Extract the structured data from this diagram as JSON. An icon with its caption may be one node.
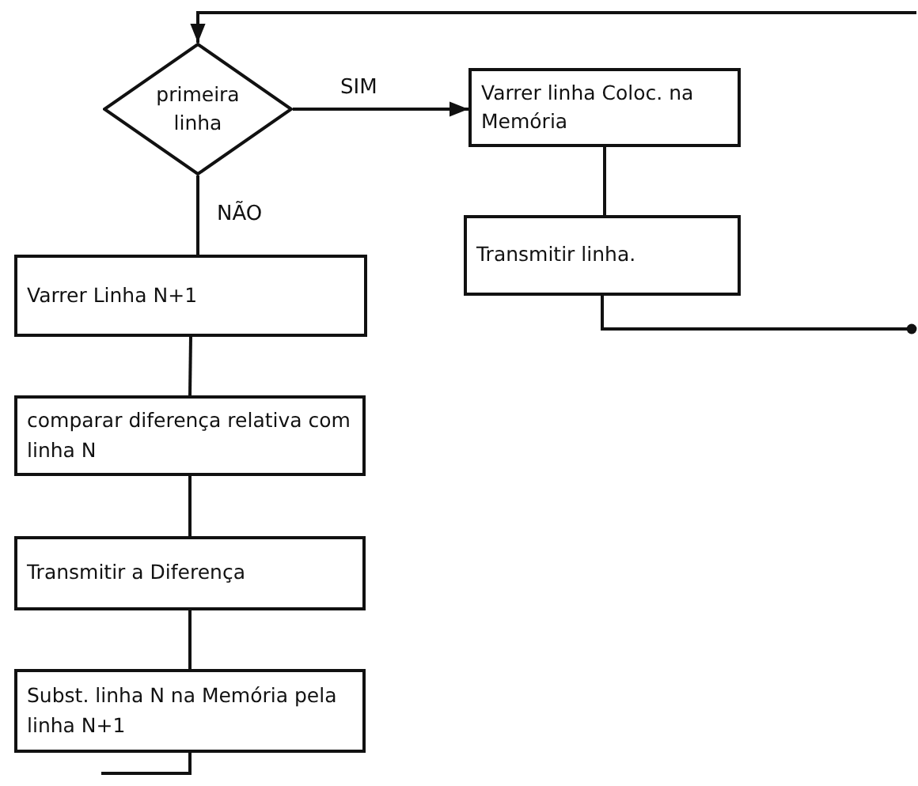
{
  "diagram": {
    "nodes": [
      {
        "text": [
          "primeira linha"
        ]
      },
      {
        "text": [
          "Varrer linha Coloc. na Memória"
        ]
      },
      {
        "text": [
          "Transmitir linha."
        ]
      },
      {
        "text": [
          "Varrer Linha N+1"
        ]
      },
      {
        "text": [
          "comparar diferença relativa com linha N"
        ]
      },
      {
        "text": [
          "Transmitir a Diferença"
        ]
      },
      {
        "text": [
          "Subst. linha N na Memória pela linha N+1"
        ]
      }
    ],
    "edges": [
      {
        "from": 0,
        "to": 1,
        "arrow": "to",
        "label": "SIM"
      },
      {
        "from": 0,
        "to": 3,
        "arrow": "none",
        "label": "NÃO"
      },
      {
        "from": 1,
        "to": 2,
        "arrow": "none"
      },
      {
        "from": 3,
        "to": 4,
        "arrow": "none"
      },
      {
        "from": 4,
        "to": 5,
        "arrow": "none"
      },
      {
        "from": 5,
        "to": 6,
        "arrow": "none"
      },
      {
        "from": 2,
        "to": null,
        "arrow": "other"
      },
      {
        "from": null,
        "to": 0,
        "arrow": "to"
      },
      {
        "from": 6,
        "to": null,
        "arrow": "none"
      }
    ]
  }
}
